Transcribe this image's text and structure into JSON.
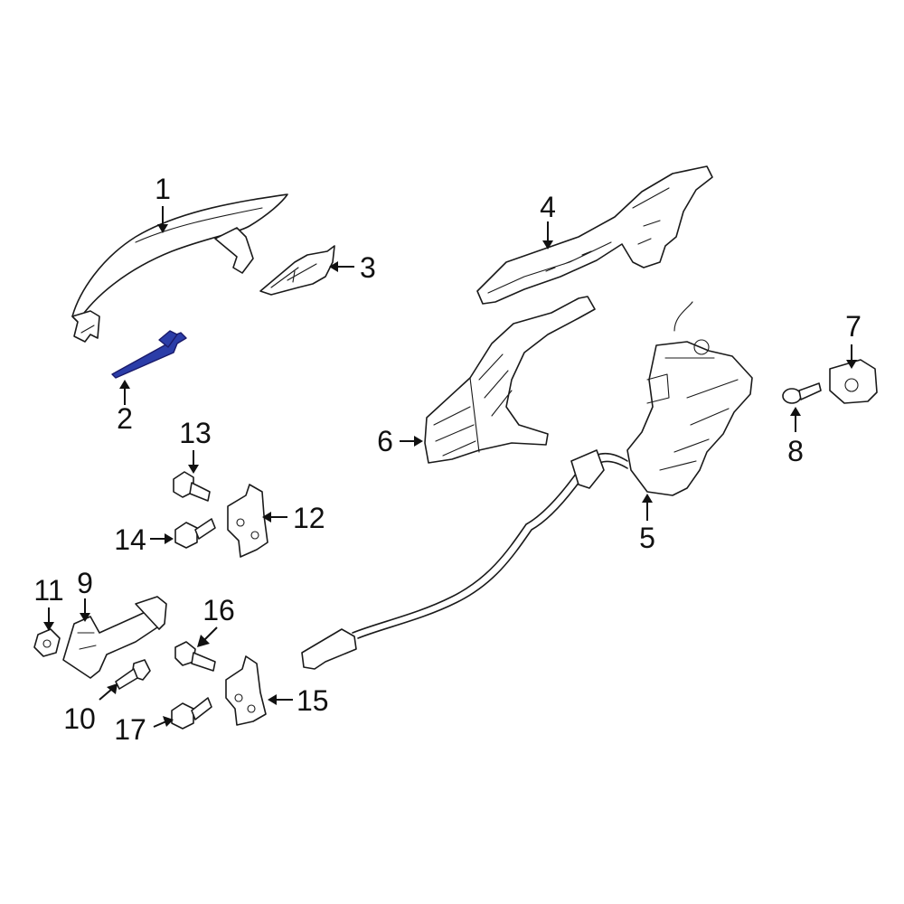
{
  "diagram": {
    "highlight_color": "#2b3da8",
    "line_color": "#1a1a1a",
    "callouts": [
      {
        "id": "c1",
        "label": "1"
      },
      {
        "id": "c2",
        "label": "2"
      },
      {
        "id": "c3",
        "label": "3"
      },
      {
        "id": "c4",
        "label": "4"
      },
      {
        "id": "c5",
        "label": "5"
      },
      {
        "id": "c6",
        "label": "6"
      },
      {
        "id": "c7",
        "label": "7"
      },
      {
        "id": "c8",
        "label": "8"
      },
      {
        "id": "c9",
        "label": "9"
      },
      {
        "id": "c10",
        "label": "10"
      },
      {
        "id": "c11",
        "label": "11"
      },
      {
        "id": "c12",
        "label": "12"
      },
      {
        "id": "c13",
        "label": "13"
      },
      {
        "id": "c14",
        "label": "14"
      },
      {
        "id": "c15",
        "label": "15"
      },
      {
        "id": "c16",
        "label": "16"
      },
      {
        "id": "c17",
        "label": "17"
      }
    ]
  }
}
